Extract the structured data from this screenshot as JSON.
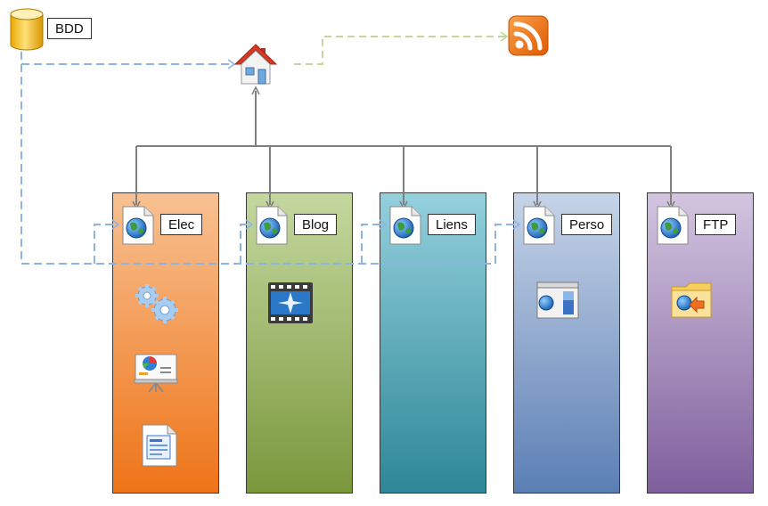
{
  "database": {
    "label": "BDD",
    "icon": "database-icon"
  },
  "home": {
    "icon": "home-icon"
  },
  "feed": {
    "icon": "rss-icon"
  },
  "sections": [
    {
      "label": "Elec",
      "icon": "web-page-icon",
      "items": [
        "gears-icon",
        "presentation-board-icon",
        "document-icon"
      ]
    },
    {
      "label": "Blog",
      "icon": "web-page-icon",
      "items": [
        "film-strip-icon"
      ]
    },
    {
      "label": "Liens",
      "icon": "web-page-icon",
      "items": []
    },
    {
      "label": "Perso",
      "icon": "web-page-icon",
      "items": [
        "browser-window-icon"
      ]
    },
    {
      "label": "FTP",
      "icon": "web-page-icon",
      "items": [
        "folder-transfer-icon"
      ]
    }
  ],
  "colors": {
    "connector_gray": "#7f7f7f",
    "database_link_blue": "#8eb4e3",
    "feed_link_green": "#c3d69b",
    "elec": "#ee7418",
    "blog": "#7a973c",
    "liens": "#2d8797",
    "perso": "#5b7fb4",
    "ftp": "#7e5f9c"
  }
}
